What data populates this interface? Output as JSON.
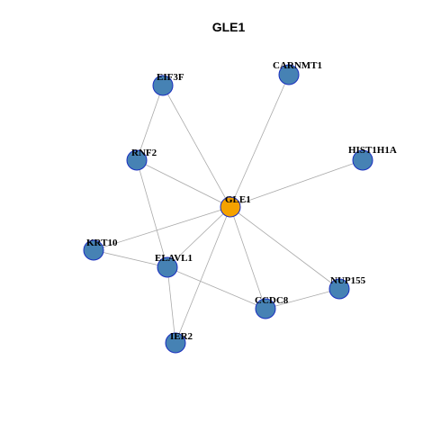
{
  "title": "GLE1",
  "colors": {
    "hub": "#f5a200",
    "node": "#4682b4",
    "node_border": "#1a2fbf",
    "edge": "#aaaaaa"
  },
  "nodes": [
    {
      "id": "GLE1",
      "label": "GLE1",
      "hub": true
    },
    {
      "id": "EIF3F",
      "label": "EIF3F",
      "hub": false
    },
    {
      "id": "CARNMT1",
      "label": "CARNMT1",
      "hub": false
    },
    {
      "id": "RNF2",
      "label": "RNF2",
      "hub": false
    },
    {
      "id": "HIST1H1A",
      "label": "HIST1H1A",
      "hub": false
    },
    {
      "id": "KRT10",
      "label": "KRT10",
      "hub": false
    },
    {
      "id": "ELAVL1",
      "label": "ELAVL1",
      "hub": false
    },
    {
      "id": "NUP155",
      "label": "NUP155",
      "hub": false
    },
    {
      "id": "CCDC8",
      "label": "CCDC8",
      "hub": false
    },
    {
      "id": "IER2",
      "label": "IER2",
      "hub": false
    }
  ],
  "edges": [
    [
      "GLE1",
      "EIF3F"
    ],
    [
      "GLE1",
      "CARNMT1"
    ],
    [
      "GLE1",
      "RNF2"
    ],
    [
      "GLE1",
      "HIST1H1A"
    ],
    [
      "GLE1",
      "KRT10"
    ],
    [
      "GLE1",
      "ELAVL1"
    ],
    [
      "GLE1",
      "NUP155"
    ],
    [
      "GLE1",
      "CCDC8"
    ],
    [
      "GLE1",
      "IER2"
    ],
    [
      "EIF3F",
      "RNF2"
    ],
    [
      "RNF2",
      "ELAVL1"
    ],
    [
      "KRT10",
      "ELAVL1"
    ],
    [
      "ELAVL1",
      "CCDC8"
    ],
    [
      "ELAVL1",
      "IER2"
    ],
    [
      "CCDC8",
      "NUP155"
    ]
  ]
}
